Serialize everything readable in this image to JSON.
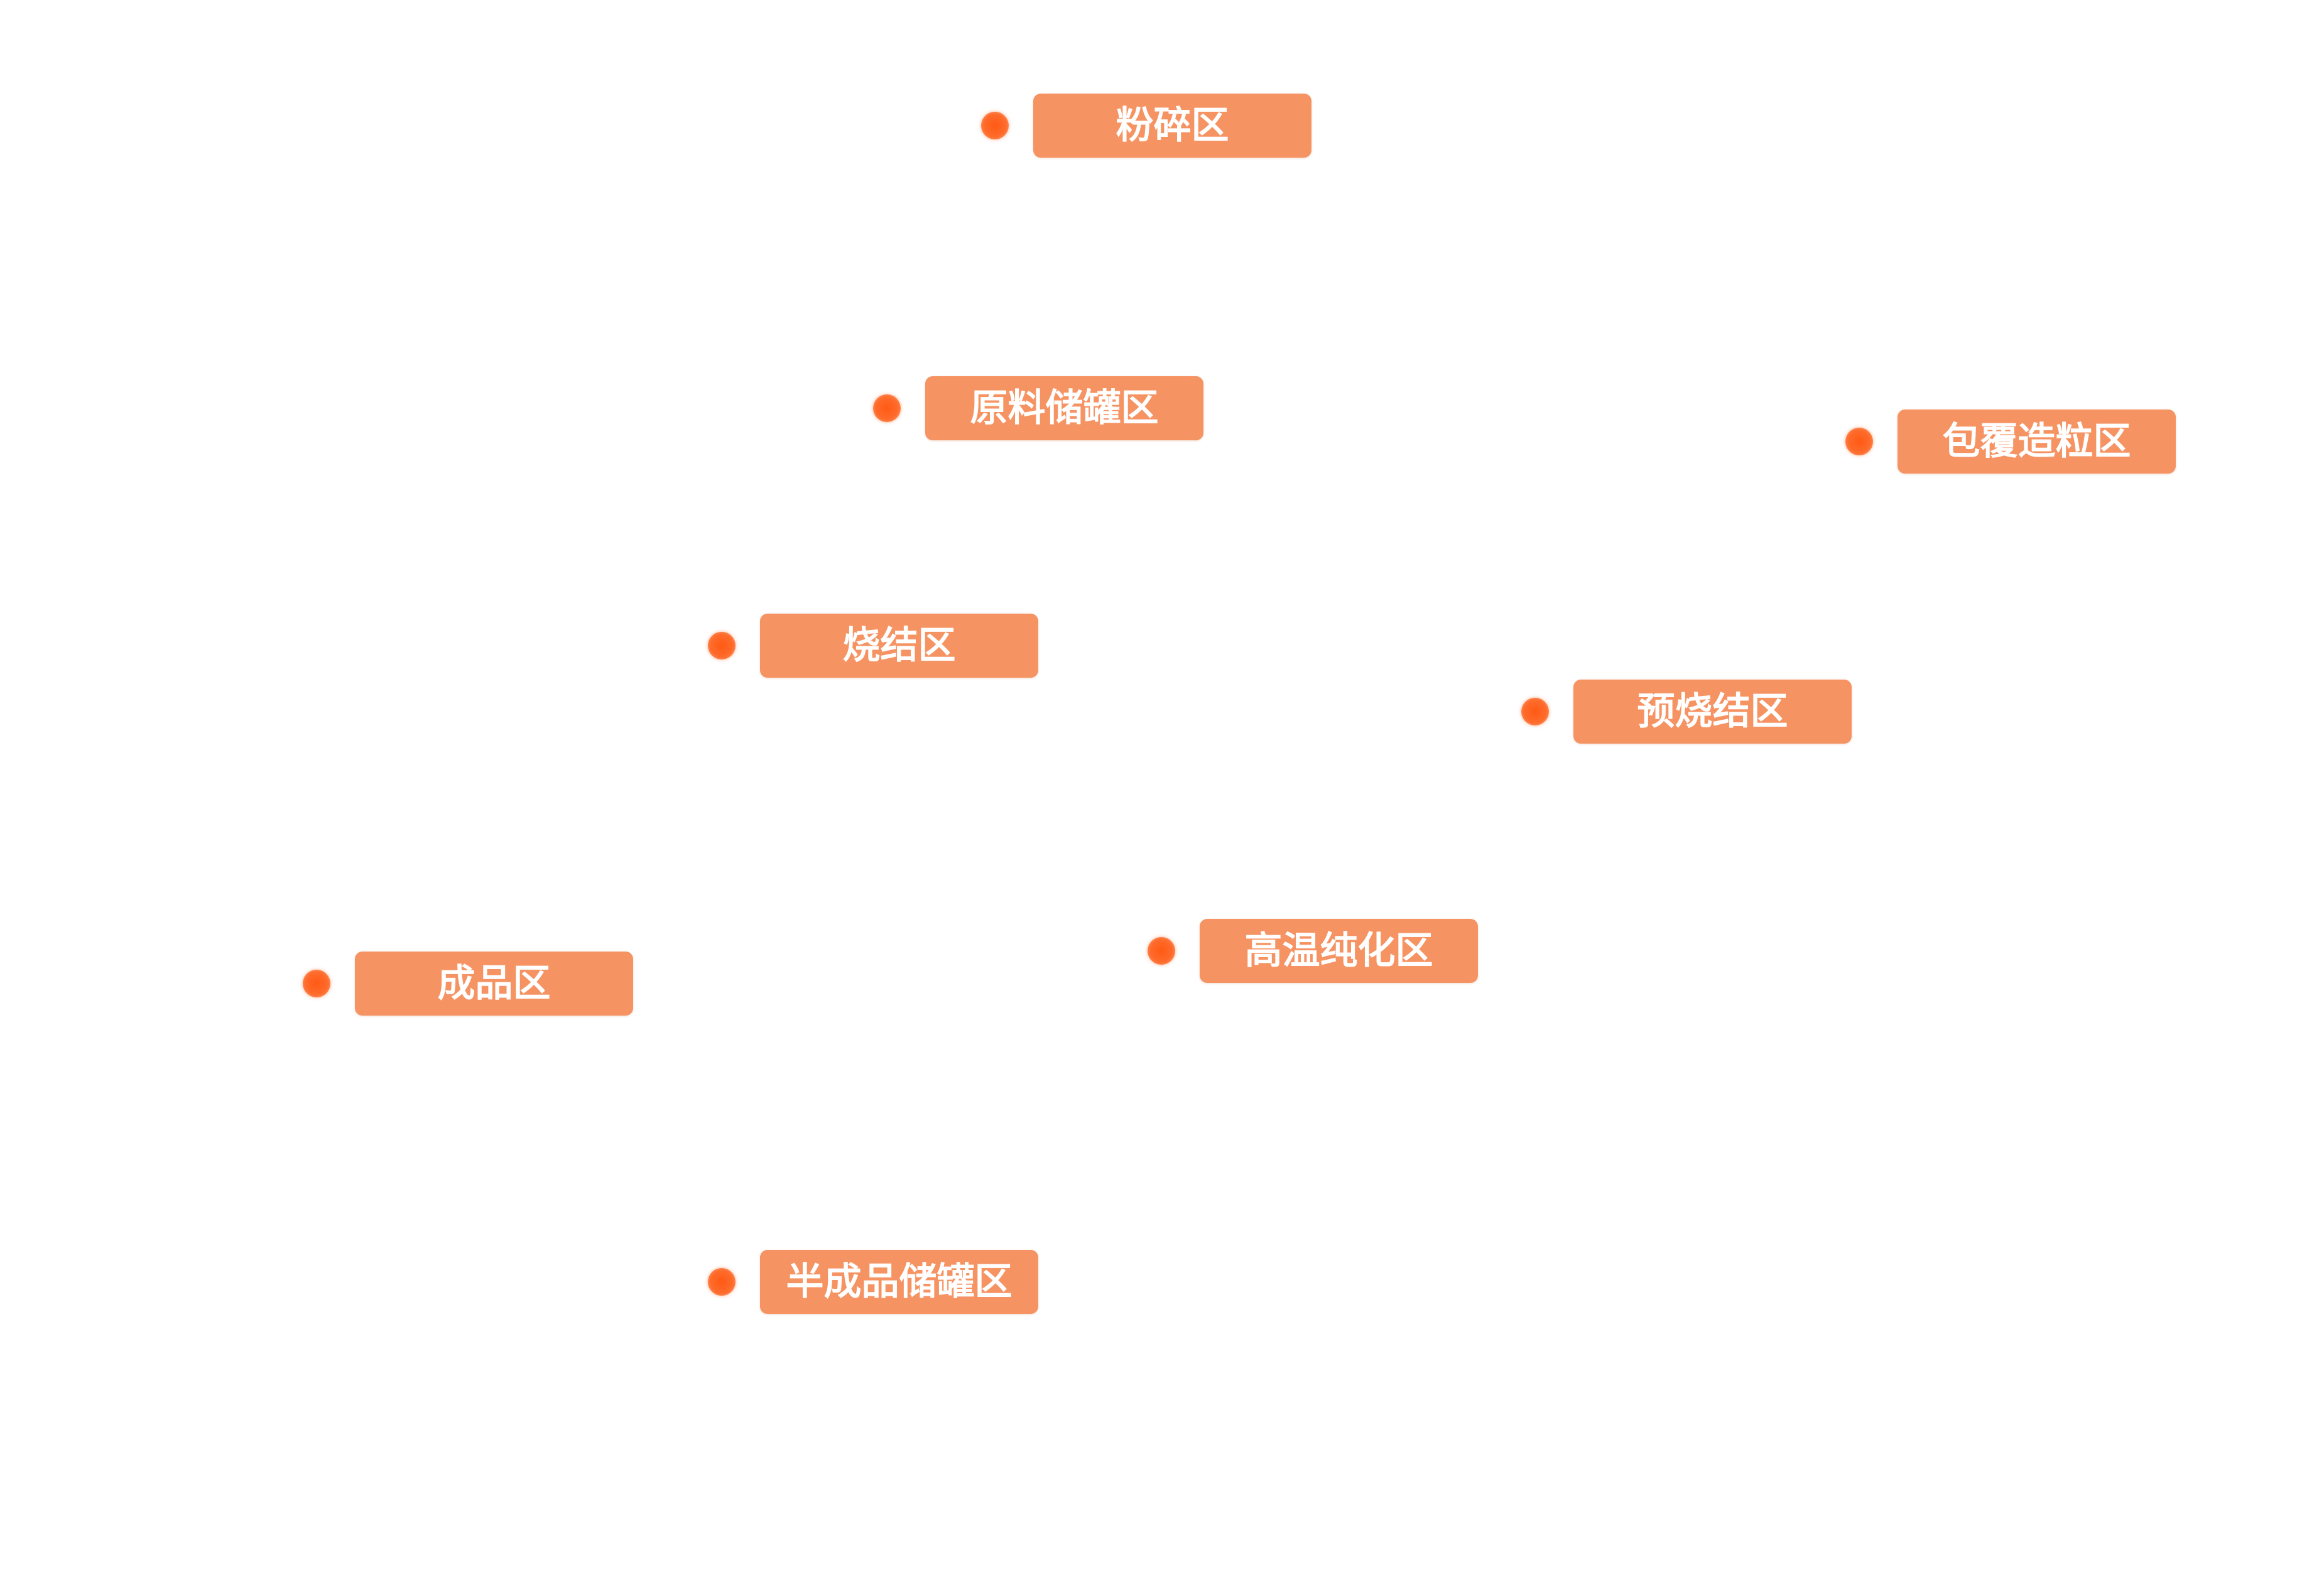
{
  "map": {
    "markers": [
      {
        "id": "crushing",
        "label": "粉碎区"
      },
      {
        "id": "raw-tank",
        "label": "原料储罐区"
      },
      {
        "id": "coating",
        "label": "包覆造粒区"
      },
      {
        "id": "sintering",
        "label": "烧结区"
      },
      {
        "id": "pre-sintering",
        "label": "预烧结区"
      },
      {
        "id": "finished",
        "label": "成品区"
      },
      {
        "id": "purification",
        "label": "高温纯化区"
      },
      {
        "id": "semi-tank",
        "label": "半成品储罐区"
      }
    ],
    "colors": {
      "label_bg": "#f69363",
      "label_text": "#ffffff",
      "dot": "#ff5a14",
      "background": "#ffffff"
    }
  }
}
